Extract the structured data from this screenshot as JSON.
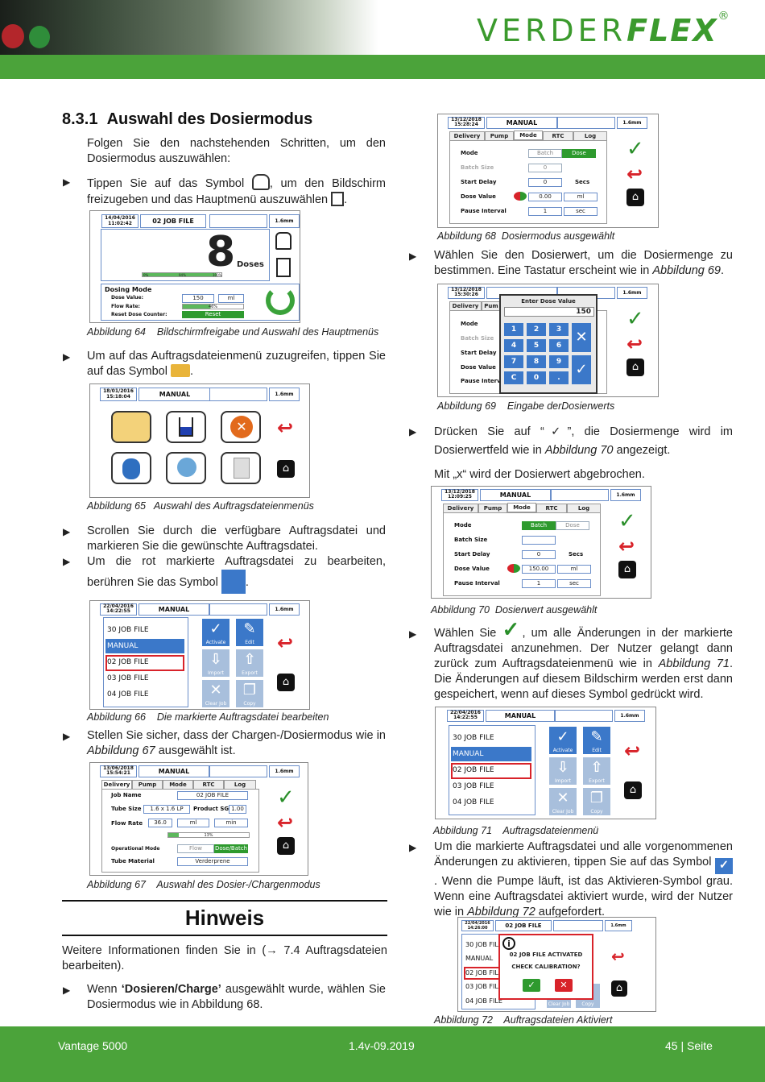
{
  "header": {
    "logo_light": "VERDER",
    "logo_bold": "FLEX",
    "logo_reg": "®"
  },
  "section": {
    "number": "8.3.1",
    "title": "Auswahl des Dosiermodus"
  },
  "left": {
    "p1": "Folgen Sie den nachstehenden Schritten, um den Dosiermodus auszuwählen:",
    "b1": "Tippen Sie auf das Symbol , um den Bildschirm freizugeben und das Hauptmenü auszuwählen .",
    "cap64": "Abbildung 64    Bildschirmfreigabe und Auswahl des Hauptmenüs",
    "b2": "Um auf das Auftragsdateienmenü zuzugreifen, tippen Sie auf das Symbol .",
    "cap65": "Abbildung 65   Auswahl des Auftragsdateienmenüs",
    "b3": "Scrollen Sie durch die verfügbare Auftragsdatei und markieren Sie die gewünschte Auftragsdatei.",
    "b4": "Um die rot markierte Auftragsdatei zu bearbeiten, berühren Sie das Symbol .",
    "cap66": "Abbildung 66    Die markierte Auftragsdatei bearbeiten",
    "b5a": "Stellen Sie sicher, dass der Chargen-/Dosiermodus wie in",
    "b5b": "Abbildung 67",
    "b5c": " ausgewählt ist.",
    "cap67": "Abbildung 67    Auswahl des Dosier-/Chargenmodus",
    "hinweis": "Hinweis",
    "hin_p1": "Weitere Informationen finden Sie in (→ 7.4 Auftragsdateien bearbeiten).",
    "b6a": "Wenn ",
    "b6b": "‘Dosieren/Charge’",
    "b6c": " ausgewählt wurde, wählen Sie Dosiermodus wie in Abbildung 68."
  },
  "right": {
    "cap68": "Abbildung 68  Dosiermodus ausgewählt",
    "b1": "Wählen Sie den Dosierwert, um die Dosiermenge zu bestimmen. Eine Tastatur erscheint wie in Abbildung 69.",
    "cap69": "Abbildung 69    Eingabe derDosierwerts",
    "b2": "Drücken Sie auf “✓”, die Dosiermenge wird im Dosierwertfeld wie in Abbildung 70 angezeigt.",
    "p_cancel": "Mit „x“ wird der Dosierwert abgebrochen.",
    "cap70": "Abbildung 70  Dosierwert ausgewählt",
    "b3": "Wählen Sie , um alle Änderungen in der markierte Auftragsdatei anzunehmen. Der Nutzer gelangt dann zurück zum Auftragsdateienmenü wie in Abbildung 71. Die Änderungen auf diesem Bildschirm werden erst dann gespeichert, wenn auf dieses Symbol gedrückt wird.",
    "cap71": "Abbildung 71    Auftragsdateienmenü",
    "b4": "Um die markierte Auftragsdatei und alle vorgenommenen Änderungen zu aktivieren, tippen Sie auf das Symbol . Wenn die Pumpe läuft, ist das Aktivieren-Symbol grau. Wenn eine Auftragsdatei aktiviert wurde, wird der Nutzer wie in Abbildung 72 aufgefordert.",
    "cap72": "Abbildung 72    Auftragsdateien Aktiviert"
  },
  "screens": {
    "s64": {
      "date": "14/04/2016",
      "time": "11:02:42",
      "job": "02 JOB FILE",
      "tube": "1.6mm",
      "count": "8",
      "unit": "Doses",
      "bar_l": "0%",
      "bar_m": "94%",
      "bar_r": "100%",
      "mode": "Dosing Mode",
      "dv_l": "Dose Value:",
      "dv": "150",
      "ml": "ml",
      "fr_l": "Flow Rate:",
      "fr": "46%",
      "rdc": "Reset Dose Counter:",
      "reset": "Reset"
    },
    "s65": {
      "date": "18/01/2016",
      "time": "15:18:04",
      "job": "MANUAL",
      "tube": "1.6mm"
    },
    "s66": {
      "date": "22/04/2016",
      "time": "14:22:55",
      "job": "MANUAL",
      "tube": "1.6mm",
      "files": [
        "30 JOB FILE",
        "MANUAL",
        "02 JOB FILE",
        "03 JOB FILE",
        "04 JOB FILE"
      ],
      "btns": [
        "Activate",
        "Edit",
        "Import",
        "Export",
        "Clear Job",
        "Copy"
      ]
    },
    "s67": {
      "date": "13/06/2018",
      "time": "15:54:21",
      "job": "MANUAL",
      "tube": "1.6mm",
      "tabs": [
        "Delivery",
        "Pump",
        "Mode",
        "RTC",
        "Log"
      ],
      "jn_l": "Job Name",
      "jn": "02 JOB FILE",
      "ts_l": "Tube Size",
      "ts": "1.6 x 1.6 LP",
      "psg_l": "Product SG",
      "psg": "1.00",
      "fr_l": "Flow Rate",
      "fr": "36.0",
      "fu": "ml",
      "ft": "min",
      "pct": "13%",
      "om_l": "Operational Mode",
      "flow": "Flow",
      "db": "Dose/Batch",
      "tm_l": "Tube Material",
      "tm": "Verderprene"
    },
    "s68": {
      "date": "13/12/2018",
      "time": "15:28:24",
      "job": "MANUAL",
      "tube": "1.6mm",
      "tabs": [
        "Delivery",
        "Pump",
        "Mode",
        "RTC",
        "Log"
      ],
      "l_mode": "Mode",
      "batch": "Batch",
      "dose": "Dose",
      "l_bs": "Batch Size",
      "bs": "0",
      "l_sd": "Start Delay",
      "sd": "0",
      "secs": "Secs",
      "l_dv": "Dose Value",
      "dv": "0.00",
      "ml": "ml",
      "l_pi": "Pause Interval",
      "pi": "1",
      "sec": "sec"
    },
    "s69": {
      "date": "13/12/2018",
      "time": "15:30:26",
      "job": "MANUAL",
      "tube": "1.6mm",
      "tabs": [
        "Delivery",
        "Pum"
      ],
      "title": "Enter Dose Value",
      "val": "150",
      "keys": [
        "1",
        "2",
        "3",
        "4",
        "5",
        "6",
        "7",
        "8",
        "9",
        "C",
        "0",
        "."
      ],
      "l_mode": "Mode",
      "l_bs": "Batch Size",
      "l_sd": "Start Delay",
      "l_dv": "Dose Value",
      "l_pi": "Pause Interva"
    },
    "s70": {
      "date": "13/12/2018",
      "time": "12:09:25",
      "job": "MANUAL",
      "tube": "1.6mm",
      "tabs": [
        "Delivery",
        "Pump",
        "Mode",
        "RTC",
        "Log"
      ],
      "l_mode": "Mode",
      "batch": "Batch",
      "dose": "Dose",
      "l_bs": "Batch Size",
      "l_sd": "Start Delay",
      "sd": "0",
      "secs": "Secs",
      "l_dv": "Dose Value",
      "dv": "150.00",
      "ml": "ml",
      "l_pi": "Pause Interval",
      "pi": "1",
      "sec": "sec"
    },
    "s71": {
      "date": "22/04/2016",
      "time": "14:22:55",
      "job": "MANUAL",
      "tube": "1.6mm",
      "files": [
        "30 JOB FILE",
        "MANUAL",
        "02 JOB FILE",
        "03 JOB FILE",
        "04 JOB FILE"
      ],
      "btns": [
        "Activate",
        "Edit",
        "Import",
        "Export",
        "Clear Job",
        "Copy"
      ]
    },
    "s72": {
      "date": "22/04/2016",
      "time": "14:26:00",
      "job": "02 JOB FILE",
      "tube": "1.6mm",
      "files": [
        "30 JOB FIL",
        "MANUAL",
        "02 JOB FIL",
        "03 JOB FIL",
        "04 JOB FILE"
      ],
      "msg1": "02 JOB FILE ACTIVATED",
      "msg2": "CHECK CALIBRATION?",
      "btns": [
        "Clear Job",
        "Copy"
      ]
    }
  },
  "footer": {
    "left": "Vantage 5000",
    "center": "1.4v-09.2019",
    "right": "45 | Seite"
  },
  "colors": {
    "brand": "#4ba33a",
    "blue": "#3b78c9",
    "red": "#d8232a"
  }
}
